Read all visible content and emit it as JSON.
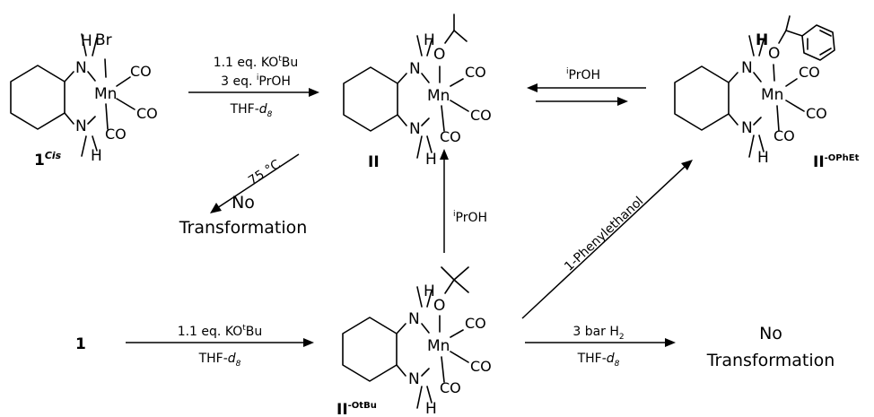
{
  "compounds": {
    "c1cis": {
      "label": "1",
      "sup": "Cis",
      "atoms": {
        "br": "Br",
        "mn": "Mn",
        "n_top": "N",
        "n_bot": "N",
        "h_top": "H",
        "h_bot": "H",
        "co1": "CO",
        "co2": "CO",
        "co3": "CO"
      }
    },
    "cII": {
      "label": "II",
      "atoms": {
        "o": "O",
        "mn": "Mn",
        "n_top": "N",
        "n_bot": "N",
        "h_top": "H",
        "h_bot": "H",
        "co1": "CO",
        "co2": "CO",
        "co3": "CO"
      }
    },
    "cOPhEt": {
      "label": "II",
      "sup": "-OPhEt",
      "atoms": {
        "o": "O",
        "mn": "Mn",
        "n_top": "N",
        "n_bot": "N",
        "h_top": "H",
        "h_bot": "H",
        "co1": "CO",
        "co2": "CO",
        "co3": "CO"
      }
    },
    "cOtBu": {
      "label": "II",
      "sup": "-OtBu",
      "atoms": {
        "o": "O",
        "mn": "Mn",
        "n_top": "N",
        "n_bot": "N",
        "h_top": "H",
        "h_bot": "H",
        "co1": "CO",
        "co2": "CO",
        "co3": "CO"
      }
    },
    "c1": {
      "label": "1"
    }
  },
  "reactions": {
    "r1": {
      "line1_a": "1.1 eq. KO",
      "line1_sup": "t",
      "line1_b": "Bu",
      "line2_a": "3 eq. ",
      "line2_sup": "i",
      "line2_b": "PrOH",
      "line3_a": "THF-",
      "line3_b": "d",
      "line3_sub": "8"
    },
    "r2": {
      "sup": "i",
      "text": "PrOH"
    },
    "r3": {
      "text": "75 °C"
    },
    "r4": {
      "sup": "i",
      "text": "PrOH"
    },
    "r5": {
      "text": "1-Phenylethanol"
    },
    "r6": {
      "line1_a": "1.1 eq. KO",
      "line1_sup": "t",
      "line1_b": "Bu",
      "line2_a": "THF-",
      "line2_b": "d",
      "line2_sub": "8"
    },
    "r7": {
      "line1_a": "3 bar H",
      "line1_sub": "2",
      "line2_a": "THF-",
      "line2_b": "d",
      "line2_sub": "8"
    }
  },
  "outcomes": {
    "no_transformation_1": {
      "line1": "No",
      "line2": "Transformation"
    },
    "no_transformation_2": {
      "line1": "No",
      "line2": "Transformation"
    }
  }
}
